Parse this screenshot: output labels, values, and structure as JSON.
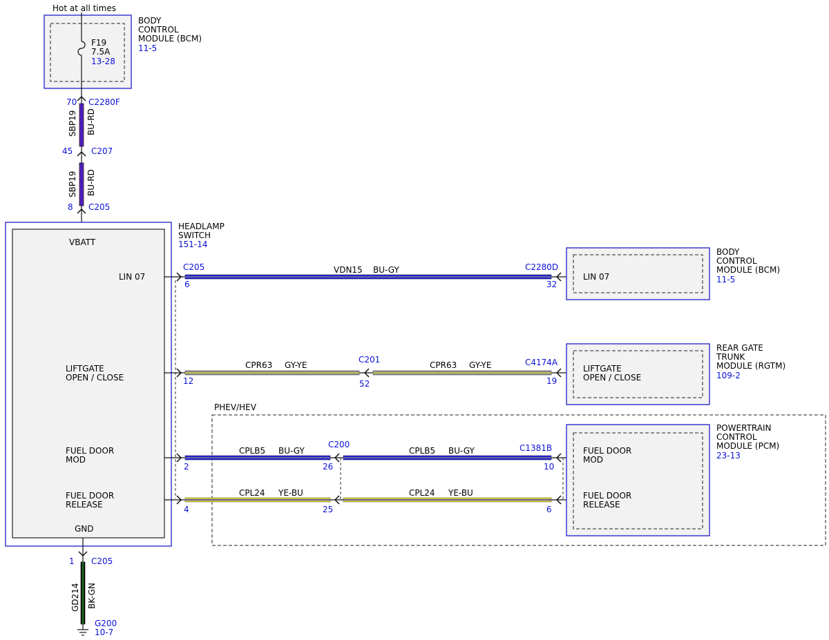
{
  "colors": {
    "link_blue": "#0a10d8",
    "module_border": "#3a3ad0",
    "module_fill": "#f2f2f2",
    "wire_blue": "#2323cc",
    "wire_purple": "#6a1fb0",
    "wire_yellow": "#d8cc44",
    "wire_gray": "#8e8e8e",
    "wire_green": "#1c7a1c",
    "wire_black": "#111111"
  },
  "power": {
    "hot_label": "Hot at all times",
    "fuse_name": "F19",
    "fuse_rating": "7.5A",
    "fuse_ref": "13-28"
  },
  "bcm_top": {
    "name_line1": "BODY",
    "name_line2": "CONTROL",
    "name_line3": "MODULE (BCM)",
    "ref": "11-5"
  },
  "feed_segments": [
    {
      "pin_top": "70",
      "connector_top": "C2280F",
      "circuit": "SBP19",
      "color_code": "BU-RD",
      "pin_bottom": "45",
      "connector_bottom": "C207"
    },
    {
      "circuit": "SBP19",
      "color_code": "BU-RD",
      "pin_bottom": "8",
      "connector_bottom": "C205"
    }
  ],
  "headlamp_switch": {
    "name_line1": "HEADLAMP",
    "name_line2": "SWITCH",
    "ref": "151-14",
    "vbatt": "VBATT",
    "gnd": "GND",
    "pins": [
      {
        "line1": "LIN 07",
        "line2": ""
      },
      {
        "line1": "LIFTGATE",
        "line2": "OPEN / CLOSE"
      },
      {
        "line1": "FUEL DOOR",
        "line2": "MOD"
      },
      {
        "line1": "FUEL DOOR",
        "line2": "RELEASE"
      }
    ]
  },
  "circuits": [
    {
      "left_connector": "C205",
      "left_pin": "6",
      "circuit": "VDN15",
      "color_code": "BU-GY",
      "right_connector": "C2280D",
      "right_pin": "32"
    },
    {
      "left_pin": "12",
      "circuit_a": "CPR63",
      "color_a": "GY-YE",
      "mid_connector": "C201",
      "mid_pin": "52",
      "circuit_b": "CPR63",
      "color_b": "GY-YE",
      "right_connector": "C4174A",
      "right_pin": "19"
    },
    {
      "left_pin": "2",
      "circuit_a": "CPLB5",
      "color_a": "BU-GY",
      "mid_connector": "C200",
      "mid_pin": "26",
      "circuit_b": "CPLB5",
      "color_b": "BU-GY",
      "right_connector": "C1381B",
      "right_pin": "10"
    },
    {
      "left_pin": "4",
      "circuit_a": "CPL24",
      "color_a": "YE-BU",
      "mid_pin": "25",
      "circuit_b": "CPL24",
      "color_b": "YE-BU",
      "right_pin": "6"
    }
  ],
  "bcm_right": {
    "name_line1": "BODY",
    "name_line2": "CONTROL",
    "name_line3": "MODULE (BCM)",
    "ref": "11-5",
    "pin_label": "LIN 07"
  },
  "rgtm": {
    "name_line1": "REAR GATE",
    "name_line2": "TRUNK",
    "name_line3": "MODULE (RGTM)",
    "ref": "109-2",
    "pin_line1": "LIFTGATE",
    "pin_line2": "OPEN / CLOSE"
  },
  "phev_group_label": "PHEV/HEV",
  "pcm": {
    "name_line1": "POWERTRAIN",
    "name_line2": "CONTROL",
    "name_line3": "MODULE (PCM)",
    "ref": "23-13",
    "pin1_line1": "FUEL DOOR",
    "pin1_line2": "MOD",
    "pin2_line1": "FUEL DOOR",
    "pin2_line2": "RELEASE"
  },
  "ground": {
    "pin": "1",
    "connector": "C205",
    "circuit": "GD214",
    "color_code": "BK-GN",
    "ground_name": "G200",
    "ground_ref": "10-7"
  }
}
